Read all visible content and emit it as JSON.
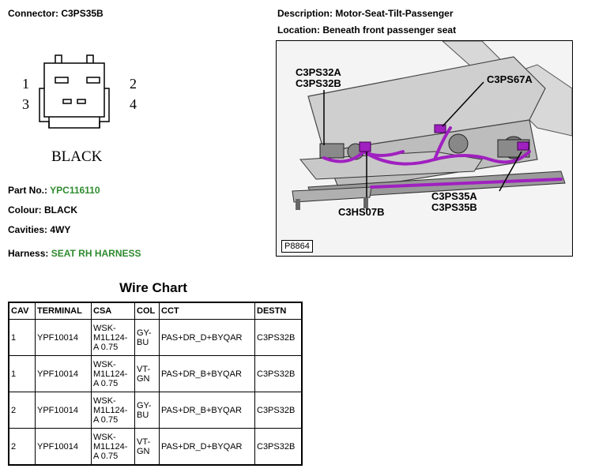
{
  "connector": {
    "label": "Connector:",
    "value": "C3PS35B"
  },
  "description": {
    "label": "Description:",
    "value": "Motor-Seat-Tilt-Passenger"
  },
  "location": {
    "label": "Location:",
    "value": "Beneath front passenger seat"
  },
  "diagram": {
    "pins": [
      "1",
      "2",
      "3",
      "4"
    ],
    "color_caption": "BLACK"
  },
  "details": {
    "part_no": {
      "label": "Part No.:",
      "value": "YPC116110"
    },
    "colour": {
      "label": "Colour:",
      "value": "BLACK"
    },
    "cavities": {
      "label": "Cavities:",
      "value": "4WY"
    },
    "harness": {
      "label": "Harness:",
      "value": "SEAT RH HARNESS"
    }
  },
  "photo": {
    "callouts": [
      "C3PS32A",
      "C3PS32B",
      "C3PS67A",
      "C3HS07B",
      "C3PS35A",
      "C3PS35B"
    ],
    "plate": "P8864"
  },
  "wire_chart": {
    "title": "Wire Chart",
    "headers": [
      "CAV",
      "TERMINAL",
      "CSA",
      "COL",
      "CCT",
      "DESTN"
    ],
    "rows": [
      {
        "cav": "1",
        "terminal": "YPF10014",
        "csa": "WSK-\nM1L124-\nA 0.75",
        "col": "GY-\nBU",
        "cct": "PAS+DR_D+BYQAR",
        "destn": "C3PS32B"
      },
      {
        "cav": "1",
        "terminal": "YPF10014",
        "csa": "WSK-\nM1L124-\nA 0.75",
        "col": "VT-\nGN",
        "cct": "PAS+DR_B+BYQAR",
        "destn": "C3PS32B"
      },
      {
        "cav": "2",
        "terminal": "YPF10014",
        "csa": "WSK-\nM1L124-\nA 0.75",
        "col": "GY-\nBU",
        "cct": "PAS+DR_B+BYQAR",
        "destn": "C3PS32B"
      },
      {
        "cav": "2",
        "terminal": "YPF10014",
        "csa": "WSK-\nM1L124-\nA 0.75",
        "col": "VT-\nGN",
        "cct": "PAS+DR_D+BYQAR",
        "destn": "C3PS32B"
      }
    ]
  },
  "colors": {
    "accent_green": "#2e8b2e",
    "wire_purple": "#a020c0"
  }
}
